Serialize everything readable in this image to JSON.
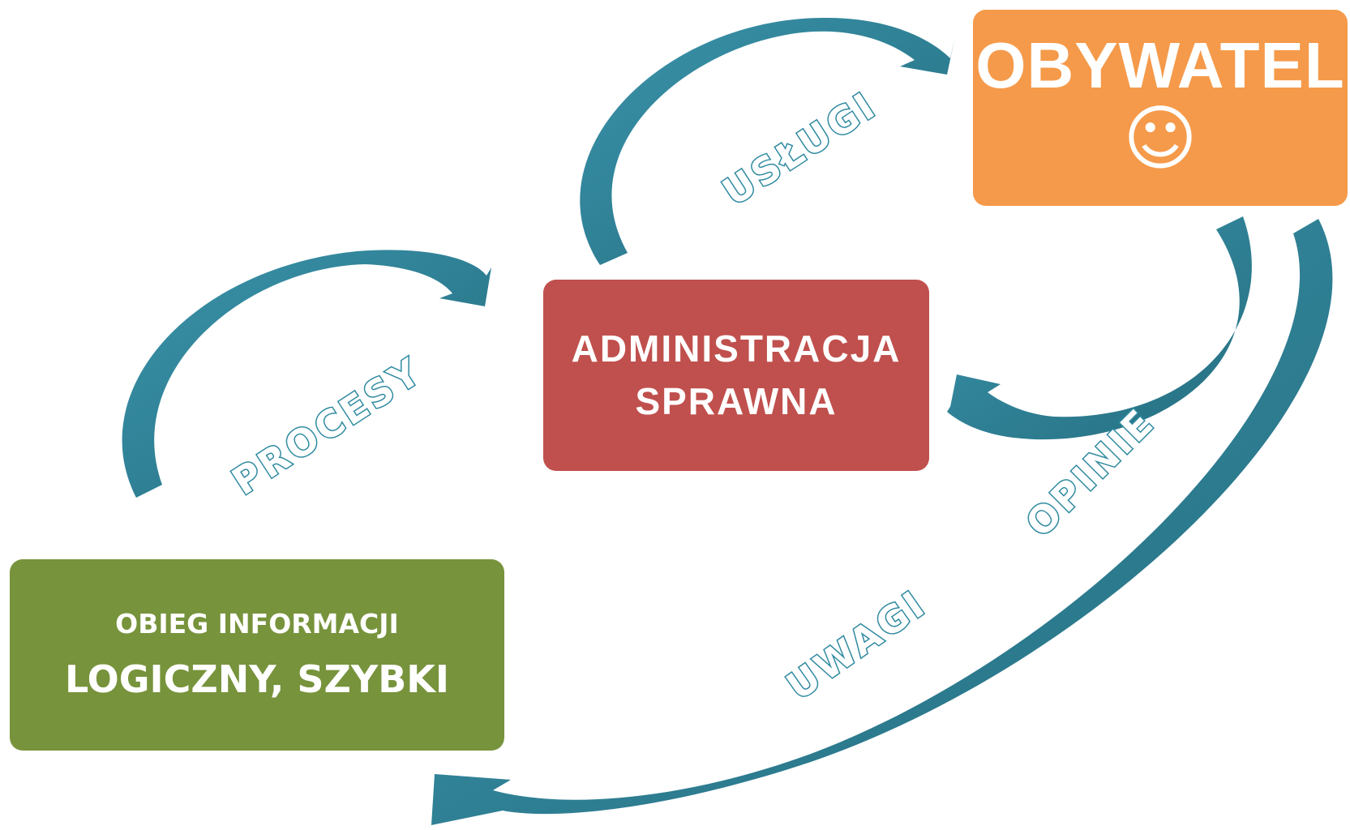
{
  "boxes": {
    "obywatel": {
      "title": "OBYWATEL",
      "icon": "smiley-face-icon",
      "icon_glyph": "☺",
      "color": "#f59a4a"
    },
    "administracja": {
      "line1": "ADMINISTRACJA",
      "line2": "SPRAWNA",
      "color": "#c0504d"
    },
    "obieg": {
      "line1": "OBIEG INFORMACJI",
      "line2": "LOGICZNY, SZYBKI",
      "color": "#77933c"
    }
  },
  "arrows": {
    "uslugi": "USŁUGI",
    "procesy": "PROCESY",
    "opinie": "OPINIE",
    "uwagi": "UWAGI",
    "color_light": "#3a93aa",
    "color_dark": "#256e80"
  }
}
